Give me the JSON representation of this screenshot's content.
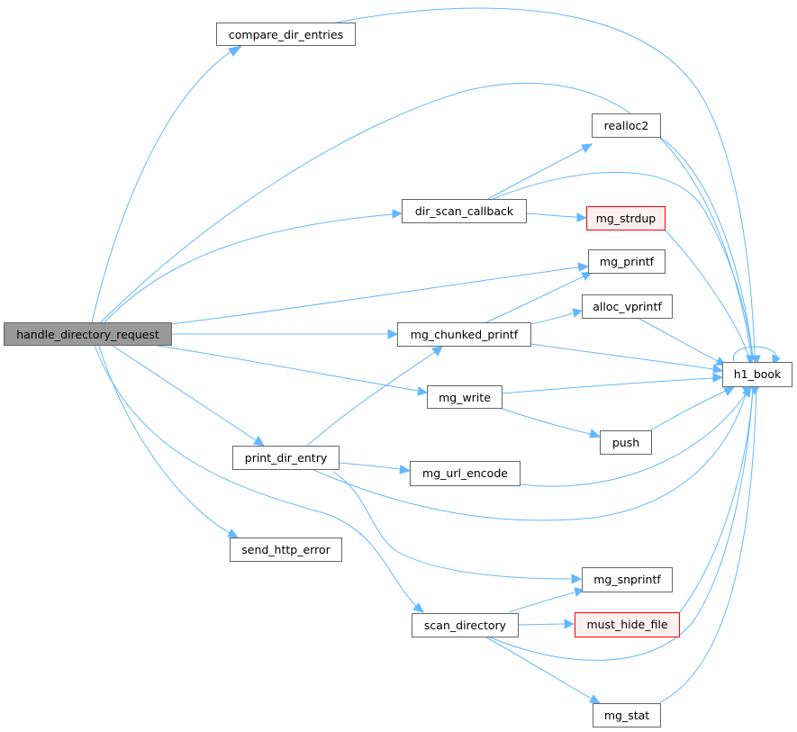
{
  "graph": {
    "nodes": [
      {
        "id": "handle_directory_request",
        "label": "handle_directory_request",
        "style": "root"
      },
      {
        "id": "compare_dir_entries",
        "label": "compare_dir_entries",
        "style": "normal"
      },
      {
        "id": "h1_book",
        "label": "h1_book",
        "style": "normal"
      },
      {
        "id": "dir_scan_callback",
        "label": "dir_scan_callback",
        "style": "normal"
      },
      {
        "id": "realloc2",
        "label": "realloc2",
        "style": "normal"
      },
      {
        "id": "mg_strdup",
        "label": "mg_strdup",
        "style": "red"
      },
      {
        "id": "mg_printf",
        "label": "mg_printf",
        "style": "normal"
      },
      {
        "id": "mg_chunked_printf",
        "label": "mg_chunked_printf",
        "style": "normal"
      },
      {
        "id": "alloc_vprintf",
        "label": "alloc_vprintf",
        "style": "normal"
      },
      {
        "id": "mg_write",
        "label": "mg_write",
        "style": "normal"
      },
      {
        "id": "push",
        "label": "push",
        "style": "normal"
      },
      {
        "id": "print_dir_entry",
        "label": "print_dir_entry",
        "style": "normal"
      },
      {
        "id": "mg_url_encode",
        "label": "mg_url_encode",
        "style": "normal"
      },
      {
        "id": "send_http_error",
        "label": "send_http_error",
        "style": "normal"
      },
      {
        "id": "mg_snprintf",
        "label": "mg_snprintf",
        "style": "normal"
      },
      {
        "id": "scan_directory",
        "label": "scan_directory",
        "style": "normal"
      },
      {
        "id": "must_hide_file",
        "label": "must_hide_file",
        "style": "red"
      },
      {
        "id": "mg_stat",
        "label": "mg_stat",
        "style": "normal"
      }
    ],
    "edges": [
      [
        "handle_directory_request",
        "compare_dir_entries"
      ],
      [
        "handle_directory_request",
        "h1_book"
      ],
      [
        "handle_directory_request",
        "dir_scan_callback"
      ],
      [
        "handle_directory_request",
        "mg_printf"
      ],
      [
        "handle_directory_request",
        "mg_chunked_printf"
      ],
      [
        "handle_directory_request",
        "mg_write"
      ],
      [
        "handle_directory_request",
        "print_dir_entry"
      ],
      [
        "handle_directory_request",
        "send_http_error"
      ],
      [
        "handle_directory_request",
        "scan_directory"
      ],
      [
        "compare_dir_entries",
        "h1_book"
      ],
      [
        "dir_scan_callback",
        "realloc2"
      ],
      [
        "dir_scan_callback",
        "mg_strdup"
      ],
      [
        "dir_scan_callback",
        "h1_book"
      ],
      [
        "realloc2",
        "h1_book"
      ],
      [
        "mg_strdup",
        "h1_book"
      ],
      [
        "mg_chunked_printf",
        "mg_printf"
      ],
      [
        "mg_chunked_printf",
        "alloc_vprintf"
      ],
      [
        "mg_chunked_printf",
        "h1_book"
      ],
      [
        "alloc_vprintf",
        "h1_book"
      ],
      [
        "mg_write",
        "h1_book"
      ],
      [
        "mg_write",
        "push"
      ],
      [
        "push",
        "h1_book"
      ],
      [
        "print_dir_entry",
        "mg_chunked_printf"
      ],
      [
        "print_dir_entry",
        "mg_url_encode"
      ],
      [
        "print_dir_entry",
        "h1_book"
      ],
      [
        "print_dir_entry",
        "mg_snprintf"
      ],
      [
        "mg_url_encode",
        "h1_book"
      ],
      [
        "scan_directory",
        "mg_snprintf"
      ],
      [
        "scan_directory",
        "must_hide_file"
      ],
      [
        "scan_directory",
        "h1_book"
      ],
      [
        "scan_directory",
        "mg_stat"
      ],
      [
        "must_hide_file",
        "h1_book"
      ],
      [
        "mg_stat",
        "h1_book"
      ],
      [
        "h1_book",
        "h1_book"
      ]
    ]
  }
}
